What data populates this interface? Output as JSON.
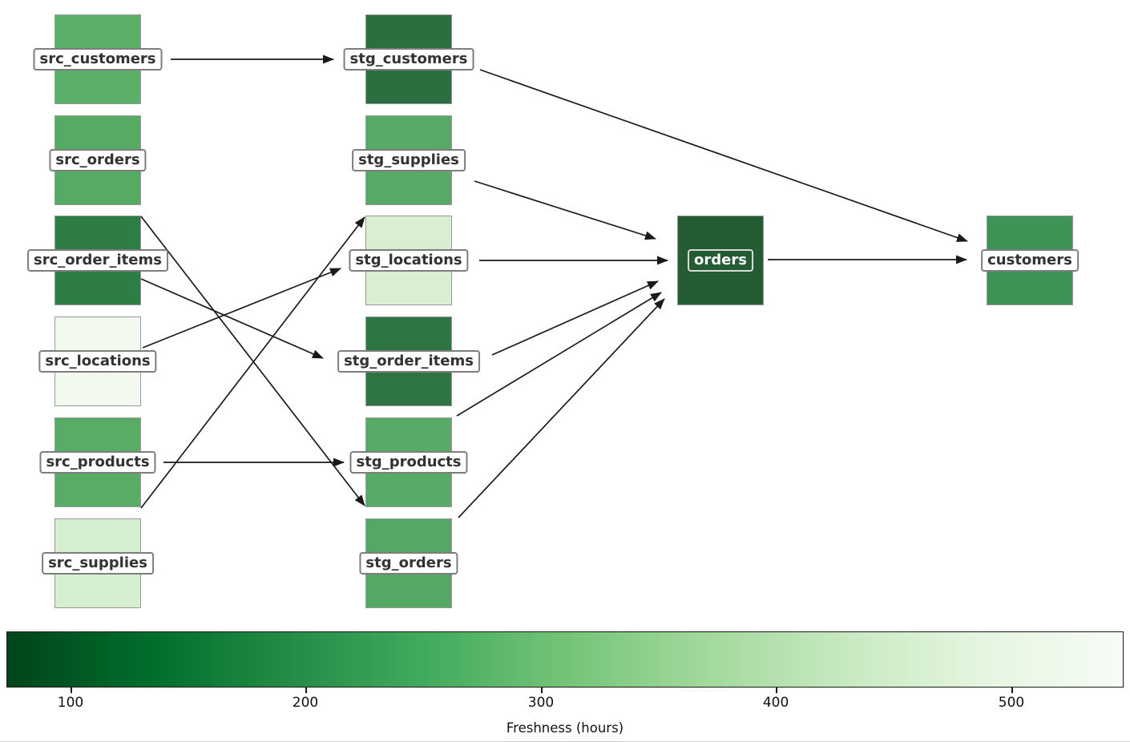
{
  "diagram": {
    "nodes": [
      {
        "id": "src_customers",
        "label": "src_customers",
        "color": "#5ab069"
      },
      {
        "id": "src_orders",
        "label": "src_orders",
        "color": "#55aa64"
      },
      {
        "id": "src_order_items",
        "label": "src_order_items",
        "color": "#2e7d45"
      },
      {
        "id": "src_locations",
        "label": "src_locations",
        "color": "#f2faef"
      },
      {
        "id": "src_products",
        "label": "src_products",
        "color": "#58ac66"
      },
      {
        "id": "src_supplies",
        "label": "src_supplies",
        "color": "#d7efd1"
      },
      {
        "id": "stg_customers",
        "label": "stg_customers",
        "color": "#2b6e40"
      },
      {
        "id": "stg_supplies",
        "label": "stg_supplies",
        "color": "#56aa65"
      },
      {
        "id": "stg_locations",
        "label": "stg_locations",
        "color": "#d8efd2"
      },
      {
        "id": "stg_order_items",
        "label": "stg_order_items",
        "color": "#2d7644"
      },
      {
        "id": "stg_products",
        "label": "stg_products",
        "color": "#58ab66"
      },
      {
        "id": "stg_orders",
        "label": "stg_orders",
        "color": "#54a863"
      },
      {
        "id": "orders",
        "label": "orders",
        "color": "#235c33",
        "label_text_color": "#ffffff",
        "label_bg": "transparent",
        "label_border": "#d9d9d9"
      },
      {
        "id": "customers",
        "label": "customers",
        "color": "#3e9356"
      }
    ],
    "edges": [
      {
        "from": "src_customers",
        "to": "stg_customers"
      },
      {
        "from": "src_orders",
        "to": "stg_orders"
      },
      {
        "from": "src_order_items",
        "to": "stg_order_items"
      },
      {
        "from": "src_locations",
        "to": "stg_locations"
      },
      {
        "from": "src_products",
        "to": "stg_products"
      },
      {
        "from": "src_supplies",
        "to": "stg_supplies"
      },
      {
        "from": "stg_customers",
        "to": "customers"
      },
      {
        "from": "stg_supplies",
        "to": "orders"
      },
      {
        "from": "stg_locations",
        "to": "orders"
      },
      {
        "from": "stg_order_items",
        "to": "orders"
      },
      {
        "from": "stg_products",
        "to": "orders"
      },
      {
        "from": "stg_orders",
        "to": "orders"
      },
      {
        "from": "orders",
        "to": "customers"
      }
    ],
    "edge_color": "#1a1a1a"
  },
  "colorbar": {
    "label": "Freshness (hours)",
    "ticks": [
      {
        "value": "100"
      },
      {
        "value": "200"
      },
      {
        "value": "300"
      },
      {
        "value": "400"
      },
      {
        "value": "500"
      }
    ],
    "gradient": [
      "#00441b",
      "#006d2c",
      "#238b45",
      "#41ab5d",
      "#74c476",
      "#a1d99b",
      "#c7e9c0",
      "#e5f5e0",
      "#f7fcf5"
    ]
  }
}
